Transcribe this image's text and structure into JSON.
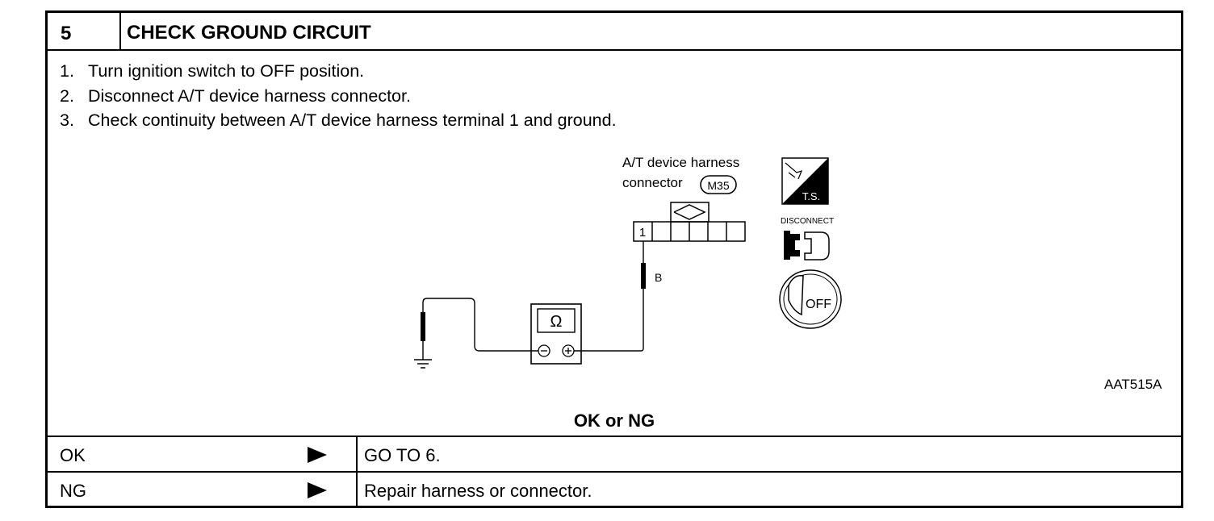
{
  "header": {
    "step_number": "5",
    "title": "CHECK GROUND CIRCUIT"
  },
  "steps": [
    {
      "num": "1.",
      "text": "Turn ignition switch to OFF position."
    },
    {
      "num": "2.",
      "text": "Disconnect A/T device harness connector."
    },
    {
      "num": "3.",
      "text": "Check continuity between A/T device harness terminal 1 and ground."
    }
  ],
  "figure": {
    "connector_label_line1": "A/T device harness",
    "connector_label_line2": "connector",
    "connector_code": "M35",
    "terminal_number": "1",
    "wire_color": "B",
    "meter_symbol": "Ω",
    "ts_label": "T.S.",
    "disconnect_label": "DISCONNECT",
    "off_label": "OFF",
    "figure_id": "AAT515A",
    "icons": [
      "tester-ts-icon",
      "disconnect-connector-icon",
      "ignition-off-icon",
      "ohmmeter-icon",
      "ground-symbol-icon"
    ]
  },
  "result": {
    "heading": "OK or NG",
    "rows": [
      {
        "label": "OK",
        "action": "GO TO 6."
      },
      {
        "label": "NG",
        "action": "Repair harness or connector."
      }
    ]
  }
}
